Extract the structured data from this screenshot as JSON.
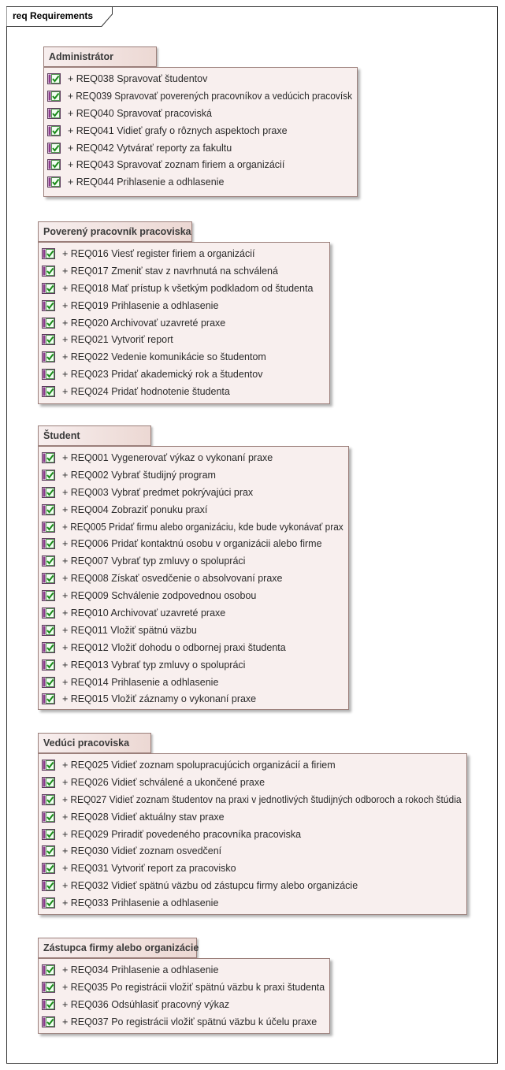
{
  "frame": {
    "title": "req Requirements"
  },
  "packages": [
    {
      "name": "Administrátor",
      "requirements": [
        "+ REQ038 Spravovať študentov",
        "+ REQ039 Spravovať poverených pracovníkov a vedúcich pracovísk",
        "+ REQ040 Spravovať pracoviská",
        "+ REQ041 Vidieť grafy o rôznych aspektoch praxe",
        "+ REQ042 Vytvárať reporty za fakultu",
        "+ REQ043 Spravovať zoznam firiem a organizácií",
        "+ REQ044 Prihlasenie a odhlasenie"
      ]
    },
    {
      "name": "Poverený pracovník pracoviska",
      "requirements": [
        "+ REQ016 Viesť register firiem a organizácií",
        "+ REQ017 Zmeniť stav z navrhnutá na schválená",
        "+ REQ018 Mať prístup k všetkým podkladom od študenta",
        "+ REQ019 Prihlasenie a odhlasenie",
        "+ REQ020 Archivovať uzavreté praxe",
        "+ REQ021 Vytvoriť report",
        "+ REQ022 Vedenie komunikácie so študentom",
        "+ REQ023 Pridať akademický rok a študentov",
        "+ REQ024 Pridať hodnotenie študenta"
      ]
    },
    {
      "name": "Študent",
      "requirements": [
        "+ REQ001 Vygenerovať výkaz o vykonaní praxe",
        "+ REQ002 Vybrať študijný program",
        "+ REQ003 Vybrať predmet pokrývajúci prax",
        "+ REQ004 Zobraziť ponuku praxí",
        "+ REQ005 Pridať firmu alebo organizáciu, kde bude vykonávať prax",
        "+ REQ006 Pridať kontaktnú osobu v organizácii alebo firme",
        "+ REQ007 Vybrať typ zmluvy o spolupráci",
        "+ REQ008 Získať osvedčenie o absolvovaní praxe",
        "+ REQ009 Schválenie zodpovednou osobou",
        "+ REQ010 Archivovať uzavreté praxe",
        "+ REQ011 Vložiť spätnú väzbu",
        "+ REQ012 Vložiť dohodu o odbornej praxi študenta",
        "+ REQ013 Vybrať typ zmluvy o spolupráci",
        "+ REQ014 Prihlasenie a odhlasenie",
        "+ REQ015 Vložiť záznamy o vykonaní praxe"
      ]
    },
    {
      "name": "Vedúci pracoviska",
      "requirements": [
        "+ REQ025 Vidieť zoznam spolupracujúcich organizácií a firiem",
        "+ REQ026 Vidieť schválené a ukončené praxe",
        "+ REQ027 Vidieť zoznam študentov na praxi v jednotlivých študijných odboroch a rokoch štúdia",
        "+ REQ028 Vidieť aktuálny stav praxe",
        "+ REQ029 Priradiť povedeného pracovníka pracoviska",
        "+ REQ030 Vidieť zoznam osvedčení",
        "+ REQ031 Vytvoriť report za pracovisko",
        "+ REQ032 Vidieť spätnú väzbu od zástupcu firmy alebo organizácie",
        "+ REQ033 Prihlasenie a odhlasenie"
      ]
    },
    {
      "name": "Zástupca firmy alebo organizácie",
      "requirements": [
        "+ REQ034 Prihlasenie a odhlasenie",
        "+ REQ035 Po registrácii vložiť spätnú väzbu k praxi študenta",
        "+ REQ036 Odsúhlasiť pracovný výkaz",
        "+ REQ037 Po registrácii vložiť spätnú väzbu k účelu praxe"
      ]
    }
  ]
}
